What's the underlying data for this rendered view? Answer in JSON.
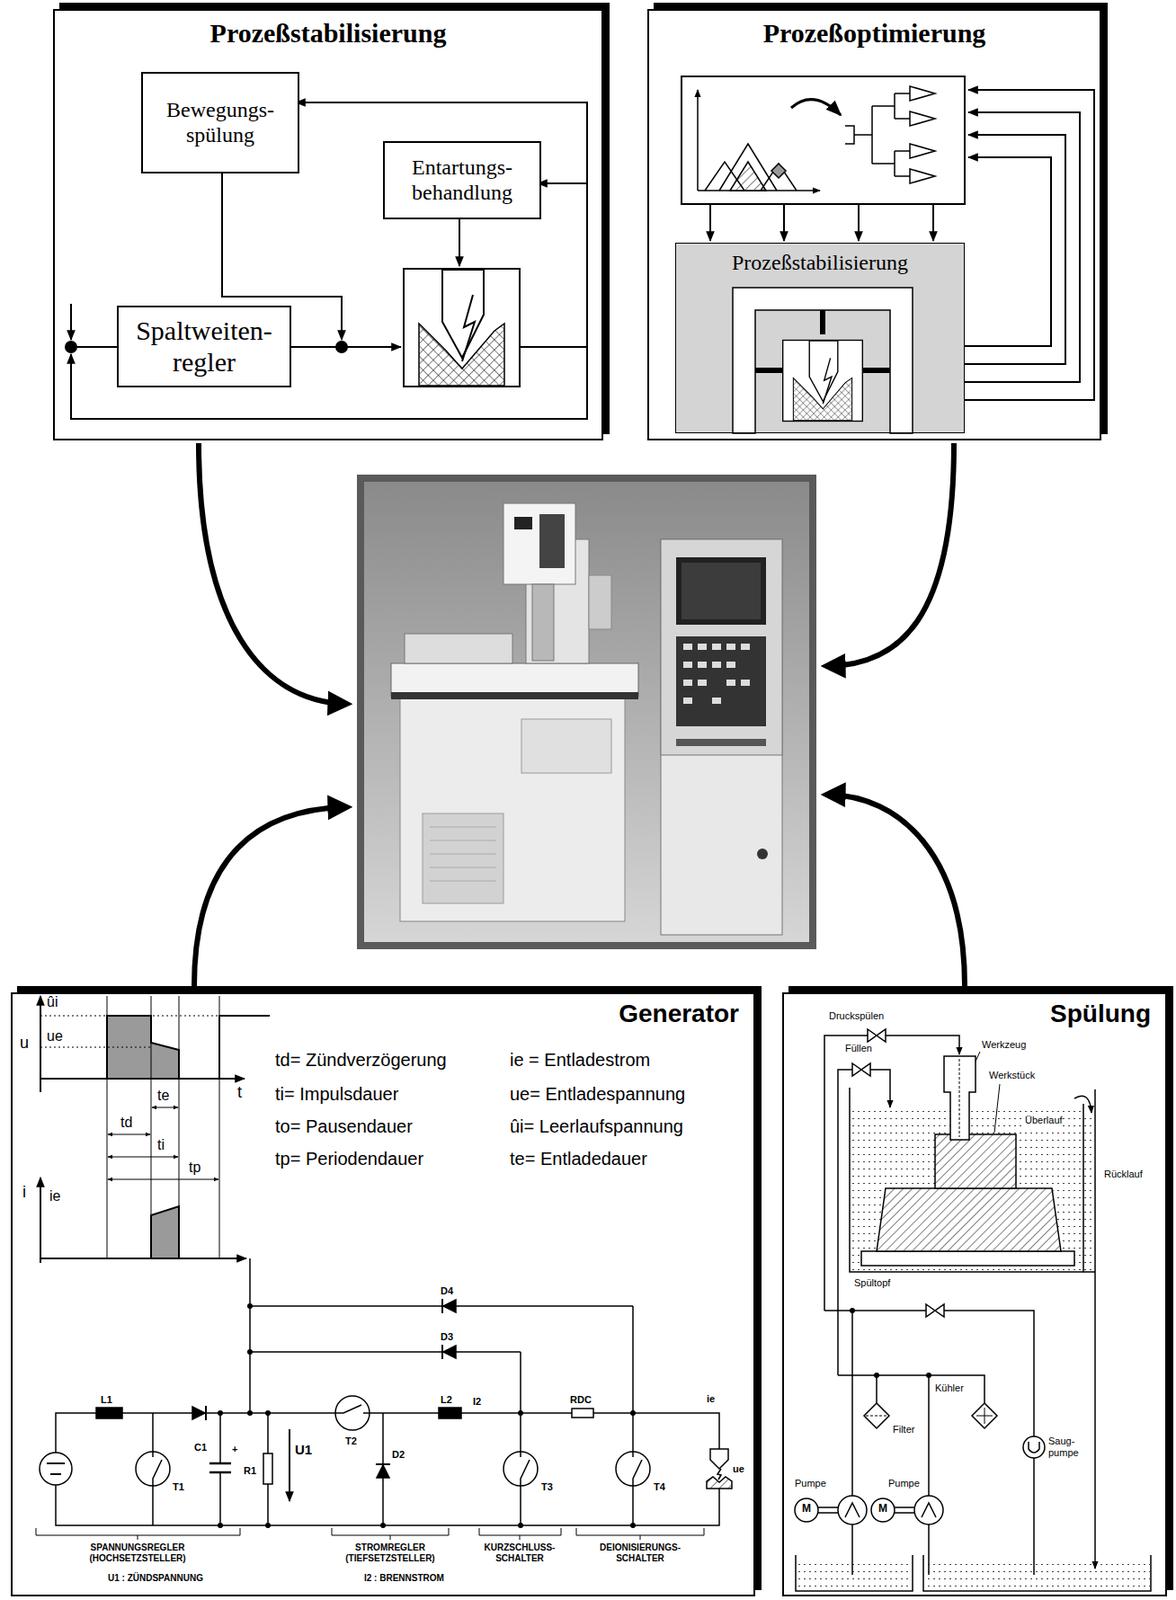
{
  "diagram": {
    "nodes": [
      {
        "text": [
          "Prozeßstabilisierung"
        ]
      },
      {
        "text": [
          "Bewegungs- spülung"
        ],
        "in": 0
      },
      {
        "text": [
          "Entartungs- behandlung"
        ],
        "in": 0
      },
      {
        "text": [
          "Spaltweiten- regler"
        ],
        "in": 0
      },
      {
        "text": [
          "Prozeßoptimierung"
        ]
      },
      {
        "text": [
          "Prozeßstabilisierung"
        ],
        "in": 4
      },
      {
        "text": [
          "Generator"
        ]
      },
      {
        "text": [
          "Spülung"
        ]
      }
    ],
    "labels": [
      "u",
      "ûi",
      "ue",
      "t",
      "te",
      "td",
      "ti",
      "tp",
      "i",
      "ie",
      "td= Zündverzögerung",
      "ie = Entladestrom",
      "ti= Impulsdauer",
      "ue= Entladespannung",
      "to= Pausendauer",
      "ûi= Leerlaufspannung",
      "tp= Periodendauer",
      "te= Entladedauer",
      "D4",
      "D3",
      "L1",
      "C1",
      "+",
      "R1",
      "U1",
      "T1",
      "T2",
      "D2",
      "L2",
      "I2",
      "T3",
      "RDC",
      "T4",
      "ie",
      "ue",
      "SPANNUNGSREGLER (HOCHSETZSTELLER)",
      "STROMREGLER (TIEFSETZSTELLER)",
      "KURZSCHLUSS- SCHALTER",
      "DEIONISIERUNGS- SCHALTER",
      "U1 : ZÜNDSPANNUNG",
      "I2 : BRENNSTROM",
      "Druckspülen",
      "Füllen",
      "Werkzeug",
      "Werkstück",
      "Überlauf",
      "Spültopf",
      "Kühler",
      "Filter",
      "Rücklauf",
      "Pumpe",
      "Pumpe",
      "Saug- pumpe",
      "M",
      "M"
    ]
  }
}
